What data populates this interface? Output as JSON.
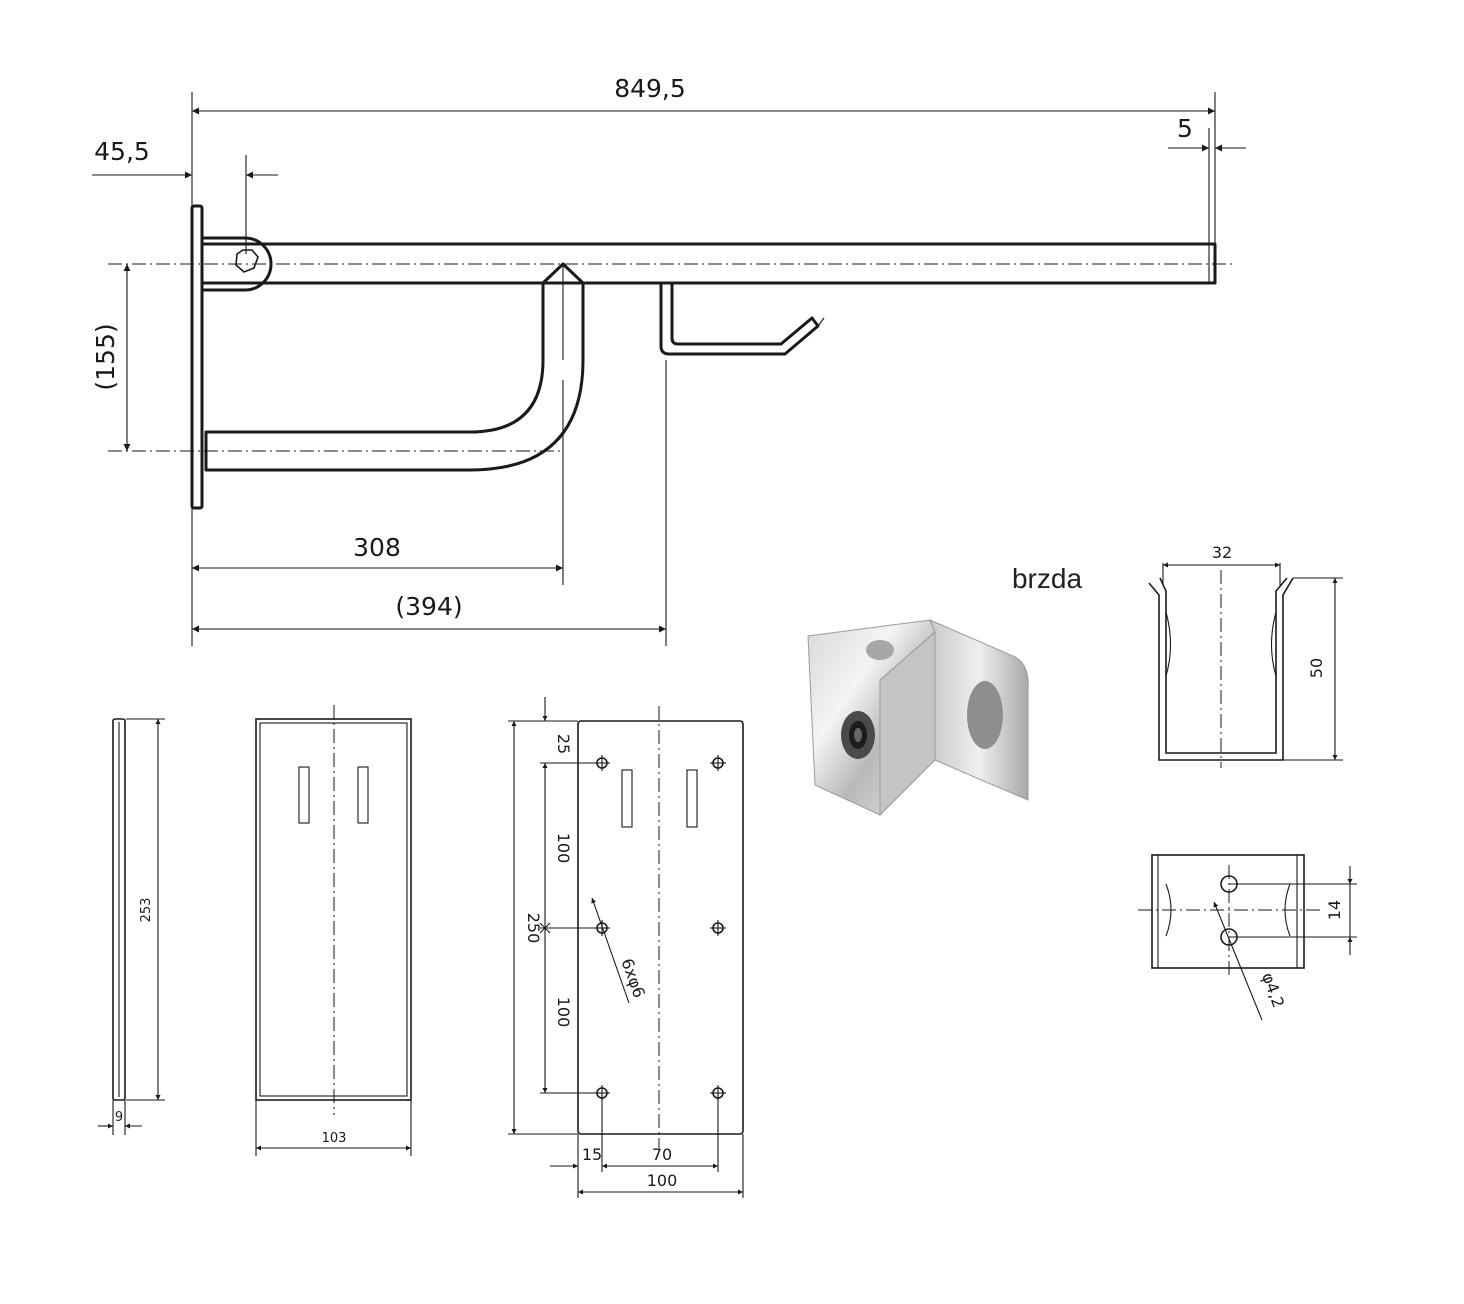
{
  "dimensions": {
    "overall_length": "849,5",
    "end_offset": "5",
    "pivot_offset": "45,5",
    "height": "(155)",
    "support_length": "308",
    "hook_position": "(394)",
    "plate_side_height": "253",
    "plate_side_thickness": "9",
    "plate_front_width": "103",
    "plate_top_margin": "25",
    "hole_spacing_upper": "100",
    "hole_spacing_lower": "100",
    "plate_height": "250",
    "holes_spec": "6xφ6",
    "hole_margin_x": "15",
    "hole_spacing_x": "70",
    "plate_width": "100",
    "brake_width": "32",
    "brake_height": "50",
    "brake_hole_spacing": "14",
    "brake_hole_diameter": "φ4,2"
  },
  "labels": {
    "brake": "brzda"
  },
  "icons": {
    "brake_photo": "brake-photo-icon"
  }
}
